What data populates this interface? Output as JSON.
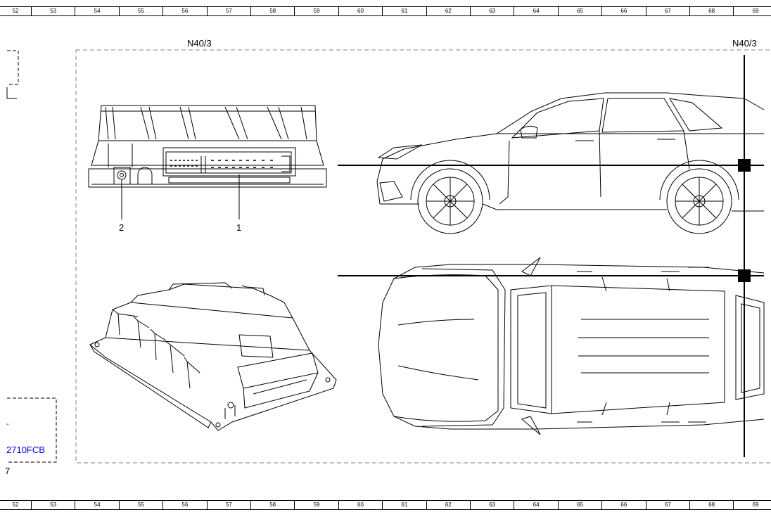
{
  "ruler": {
    "columns": [
      "52",
      "53",
      "54",
      "55",
      "56",
      "57",
      "58",
      "59",
      "60",
      "61",
      "62",
      "63",
      "64",
      "65",
      "66",
      "67",
      "68",
      "69"
    ]
  },
  "component": {
    "left_label": "N40/3",
    "right_label": "N40/3"
  },
  "callouts": {
    "one": "1",
    "two": "2"
  },
  "reference": {
    "code": "2710FCB",
    "tick": "-",
    "side_number": "7"
  },
  "colors": {
    "lines": "#000000",
    "frame_dash": "#808080",
    "reference_text": "#0000cc"
  }
}
